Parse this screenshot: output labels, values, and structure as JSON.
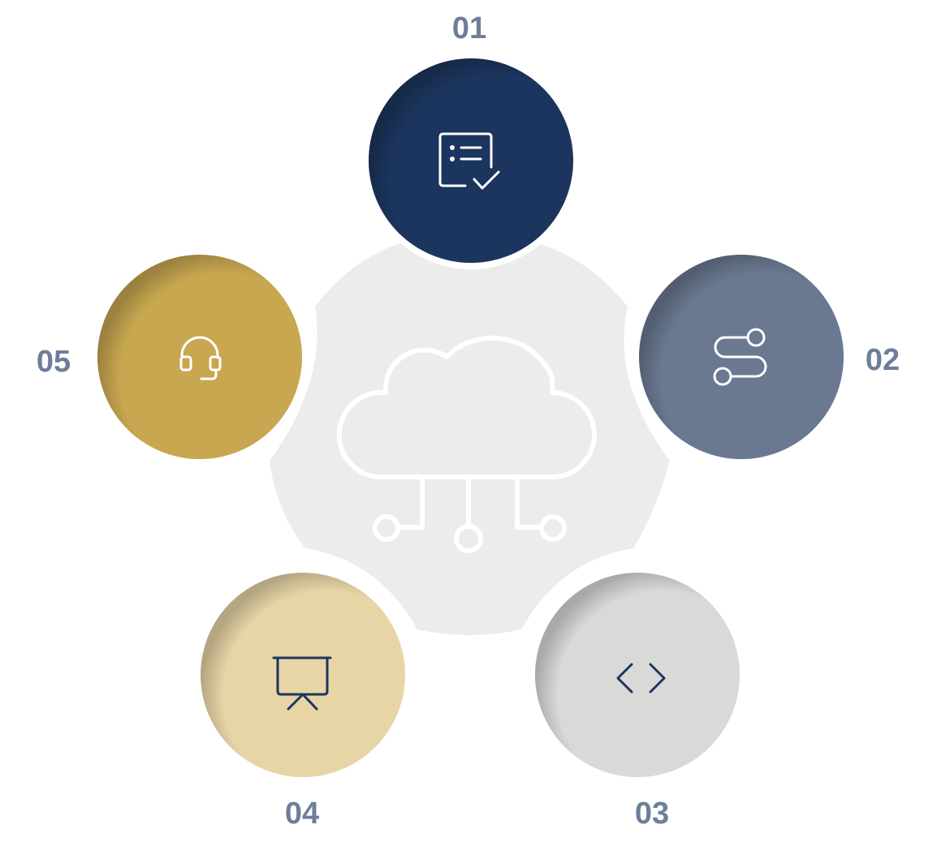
{
  "steps": [
    {
      "number": "01",
      "icon": "checklist-icon",
      "color": "#1c355e"
    },
    {
      "number": "02",
      "icon": "route-icon",
      "color": "#6a7991"
    },
    {
      "number": "03",
      "icon": "code-brackets-icon",
      "color": "#d9dad8"
    },
    {
      "number": "04",
      "icon": "presentation-board-icon",
      "color": "#e7d5a6"
    },
    {
      "number": "05",
      "icon": "headset-icon",
      "color": "#c8a750"
    }
  ],
  "center": {
    "icon": "cloud-network-icon",
    "color": "#ececec"
  },
  "colors": {
    "label": "#6e7e99",
    "icon_light": "#ffffff",
    "icon_dark": "#1c355e",
    "background": "#ffffff"
  }
}
